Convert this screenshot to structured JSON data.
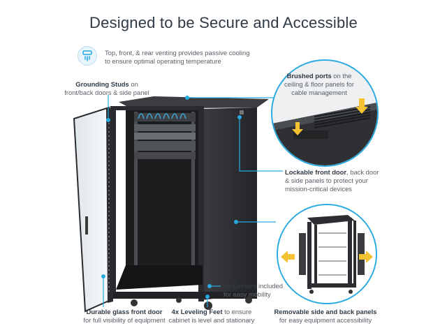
{
  "title": "Designed to be Secure and Accessible",
  "venting": {
    "icon": "fan-vent-icon",
    "line1": "Top, front, & rear venting provides passive cooling",
    "line2": "to ensure optimal operating temperature"
  },
  "grounding": {
    "bold": "Grounding Studs",
    "rest": " on",
    "line2": "front/back doors & side panel"
  },
  "brushed": {
    "bold": "Brushed ports",
    "rest": " on the",
    "line2": "ceiling & floor panels for",
    "line3": "cable management"
  },
  "lockable": {
    "bold": "Lockable front door",
    "rest": ", back door",
    "line2": "& side panels to protect your",
    "line3": "mission-critical devices"
  },
  "removable": {
    "bold": "Removable side and back panels",
    "line2": "for easy equipment accessibility"
  },
  "casters": {
    "bold": "4x Casters",
    "rest": " included",
    "line2": "for easy mobility"
  },
  "leveling": {
    "bold": "4x Leveling Feet",
    "rest": " to ensure",
    "line2": "cabinet is level and stationary"
  },
  "glass": {
    "bold": "Durable glass front door",
    "line2": "for full visibility of equipment"
  },
  "colors": {
    "accent": "#29a9e0",
    "arrow": "#f5c232",
    "cabinet": "#2b2d30"
  }
}
